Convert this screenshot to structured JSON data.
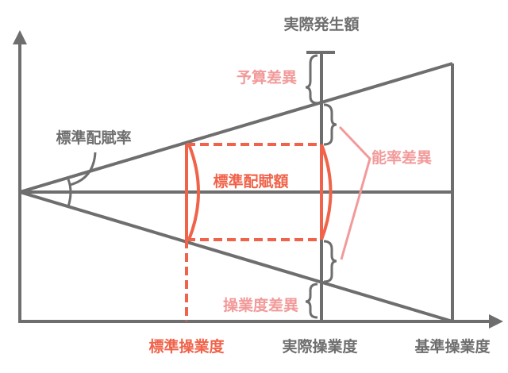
{
  "title": "実際発生額",
  "labels": {
    "standard_rate": "標準配賦率",
    "standard_allocation": "標準配賦額",
    "budget_variance": "予算差異",
    "efficiency_variance": "能率差異",
    "volume_variance": "操業度差異"
  },
  "x_axis": {
    "standard_activity": "標準操業度",
    "actual_activity": "実際操業度",
    "base_activity": "基準操業度"
  },
  "colors": {
    "axis": "#6e6e6e",
    "standard": "#f0634a",
    "variance": "#f29a9a"
  }
}
